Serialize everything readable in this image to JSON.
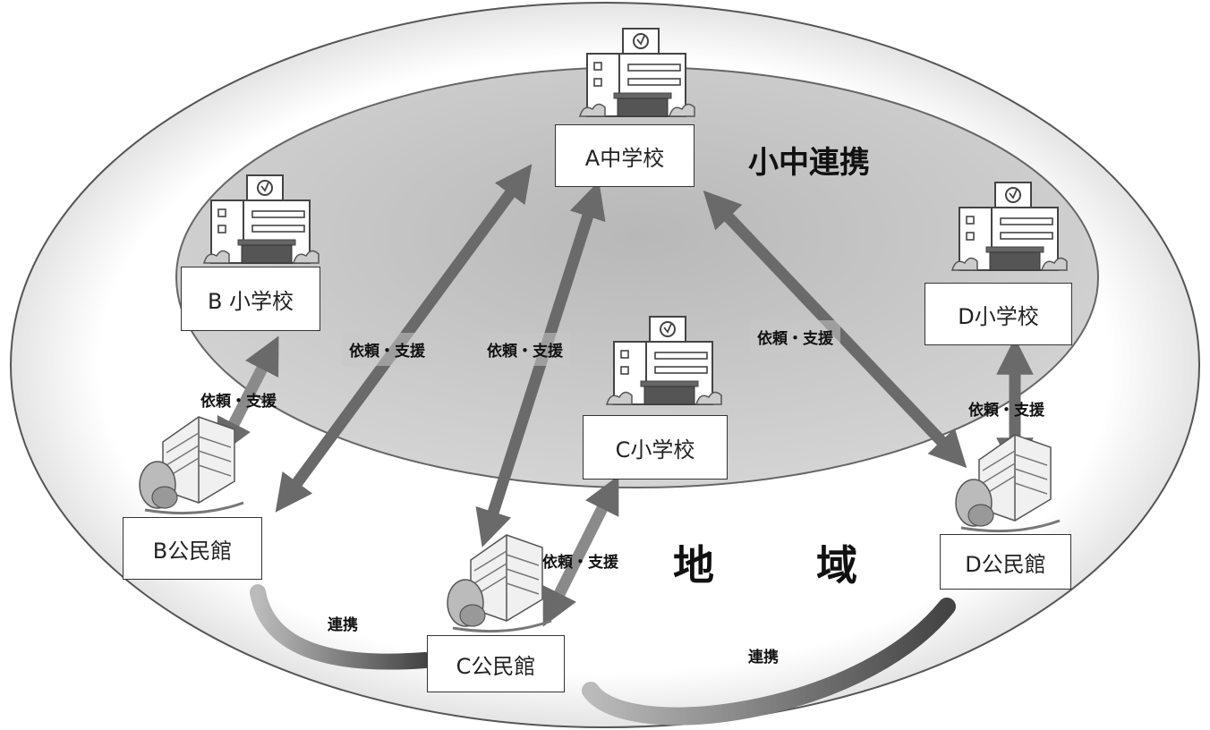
{
  "nodes": {
    "a_junior_high": "A中学校",
    "b_elementary": "B 小学校",
    "c_elementary": "C小学校",
    "d_elementary": "D小学校",
    "b_community_center": "B公民館",
    "c_community_center": "C公民館",
    "d_community_center": "D公民館"
  },
  "regions": {
    "inner": "小中連携",
    "outer_1": "地",
    "outer_2": "域"
  },
  "labels": {
    "request_support": "依頼・支援",
    "cooperation": "連携"
  },
  "colors": {
    "inner_fill": "#c8c8c8",
    "arrow": "#666666",
    "outline": "#555555"
  }
}
